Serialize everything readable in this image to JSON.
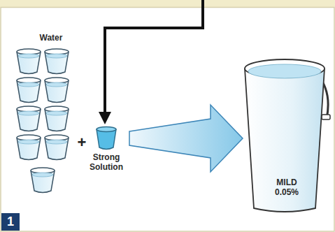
{
  "diagram": {
    "nodes": [
      {
        "text": [
          "Strong Solution"
        ]
      },
      {
        "text": [
          "MILD 0.05%"
        ]
      }
    ],
    "edges": [
      {
        "from": 0,
        "to": 1,
        "arrow": "to"
      }
    ],
    "labels": [
      "Water",
      "+",
      "1"
    ]
  }
}
